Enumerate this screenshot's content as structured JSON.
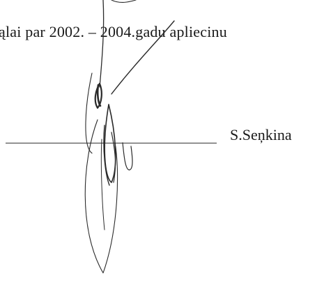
{
  "document": {
    "body_line": "ąlai par 2002. – 2004.gadu apliecinu",
    "signer_name": "S.Seņkina"
  },
  "signature_icon": "handwritten-signature"
}
